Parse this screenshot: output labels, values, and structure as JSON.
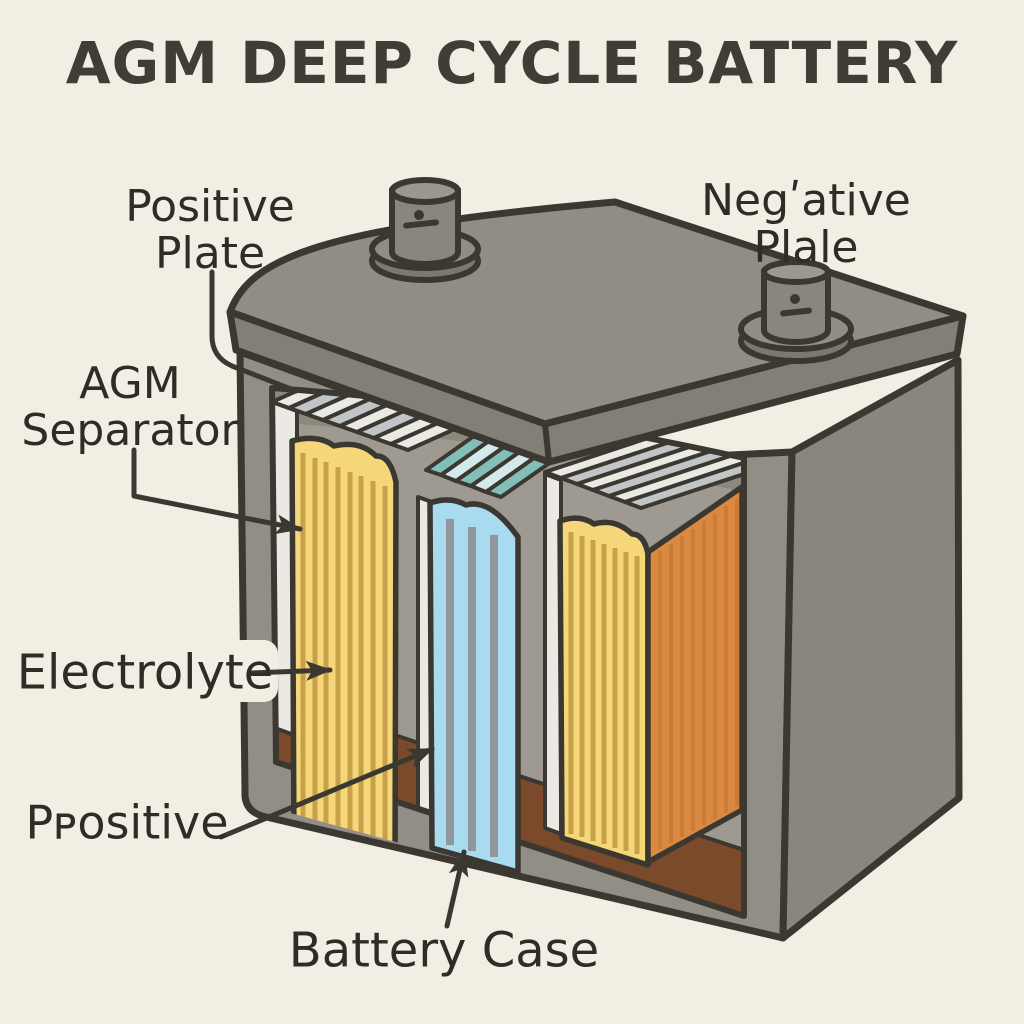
{
  "title": "AGM DEEP CYCLE BATTERY",
  "labels": {
    "positive_plate": {
      "lines": [
        "Positive",
        "Plate"
      ]
    },
    "negative_plate": {
      "lines": [
        "Negʹative",
        "Plale"
      ]
    },
    "agm_separator": {
      "lines": [
        "AGM",
        "Separator"
      ]
    },
    "electrolyte": {
      "text": "Electrolyte"
    },
    "prositive": {
      "text": "Pᴘositive"
    },
    "battery_case": {
      "text": "Battery Case"
    }
  },
  "diagram": {
    "type": "battery-cutaway-illustration",
    "labeled_parts": [
      "Positive Plate",
      "Negative Plate",
      "AGM Separator",
      "Electrolyte",
      "Positive",
      "Battery Case"
    ],
    "terminals": 2,
    "plate_groups": 3
  },
  "colors": {
    "bg": "#f3eee3",
    "ink": "#3a3831",
    "text": "#2f2c27",
    "title": "#403c36",
    "case": "#918e86",
    "case-dark": "#898680",
    "lid": "#908d85",
    "lid-band": "#827f77",
    "interior": "#9e9a91",
    "interior-shadow": "#8b8478",
    "floor": "#7a4a2b",
    "plate-yellow": "#f5d679",
    "plate-yellow-stripe": "#c7a14a",
    "plate-orange": "#db8940",
    "plate-orange-stripe": "#c67a35",
    "plate-blue": "#a8daf0",
    "plate-blue-stripe": "#8f979b",
    "sep-white": "#eae9e4",
    "sep-gray": "#c2c5c7",
    "sep-teal": "#82bfb9",
    "sep-teal-light": "#d4e9ec"
  }
}
